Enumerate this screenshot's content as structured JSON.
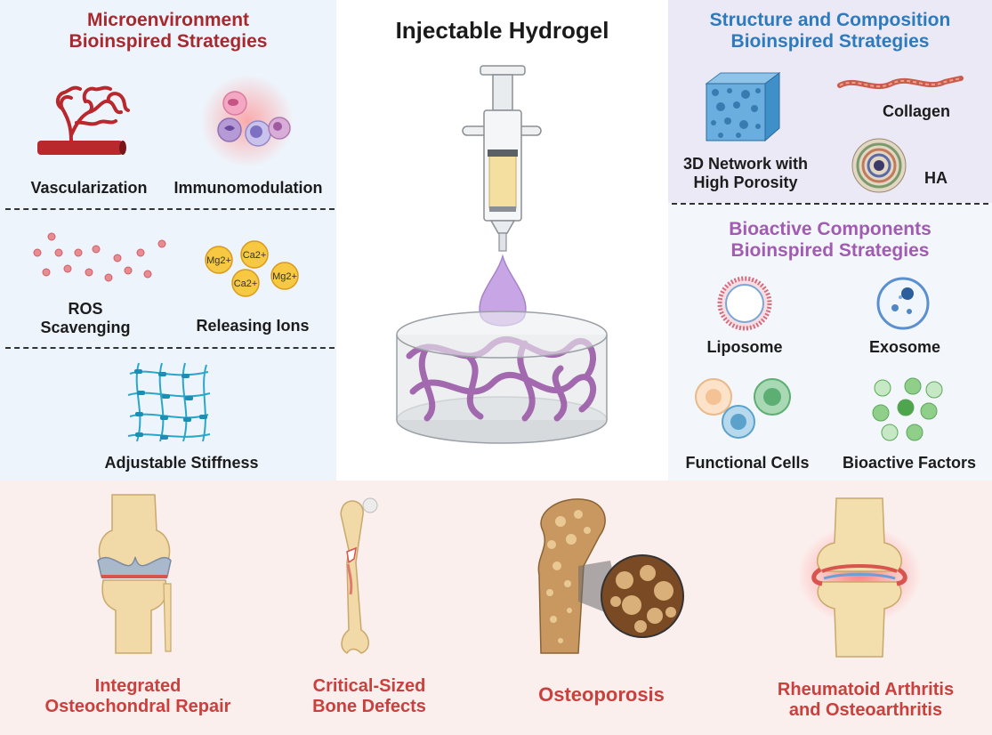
{
  "title": "Injectable Hydrogel",
  "microenvironment": {
    "heading_line1": "Microenvironment",
    "heading_line2": "Bioinspired Strategies",
    "vascularization": "Vascularization",
    "immunomodulation": "Immunomodulation",
    "ros_line1": "ROS",
    "ros_line2": "Scavenging",
    "releasing_ions": "Releasing Ions",
    "ions": [
      "Mg2+",
      "Ca2+",
      "Ca2+",
      "Mg2+"
    ],
    "adjustable_stiffness": "Adjustable Stiffness"
  },
  "structure": {
    "heading_line1": "Structure and Composition",
    "heading_line2": "Bioinspired Strategies",
    "network_line1": "3D Network with",
    "network_line2": "High Porosity",
    "collagen": "Collagen",
    "ha": "HA"
  },
  "bioactive": {
    "heading_line1": "Bioactive Components",
    "heading_line2": "Bioinspired Strategies",
    "liposome": "Liposome",
    "exosome": "Exosome",
    "functional_cells": "Functional Cells",
    "bioactive_factors": "Bioactive Factors"
  },
  "applications": {
    "osteochondral_line1": "Integrated",
    "osteochondral_line2": "Osteochondral Repair",
    "bone_defects_line1": "Critical-Sized",
    "bone_defects_line2": "Bone Defects",
    "osteoporosis": "Osteoporosis",
    "arthritis_line1": "Rheumatoid Arthritis",
    "arthritis_line2": "and Osteoarthritis"
  },
  "colors": {
    "heading_red": "#a9282e",
    "heading_blue": "#2c7bbf",
    "heading_purple": "#a15bb2",
    "application_red": "#c9403c",
    "hydrogel_purple": "#9b5ba8"
  }
}
